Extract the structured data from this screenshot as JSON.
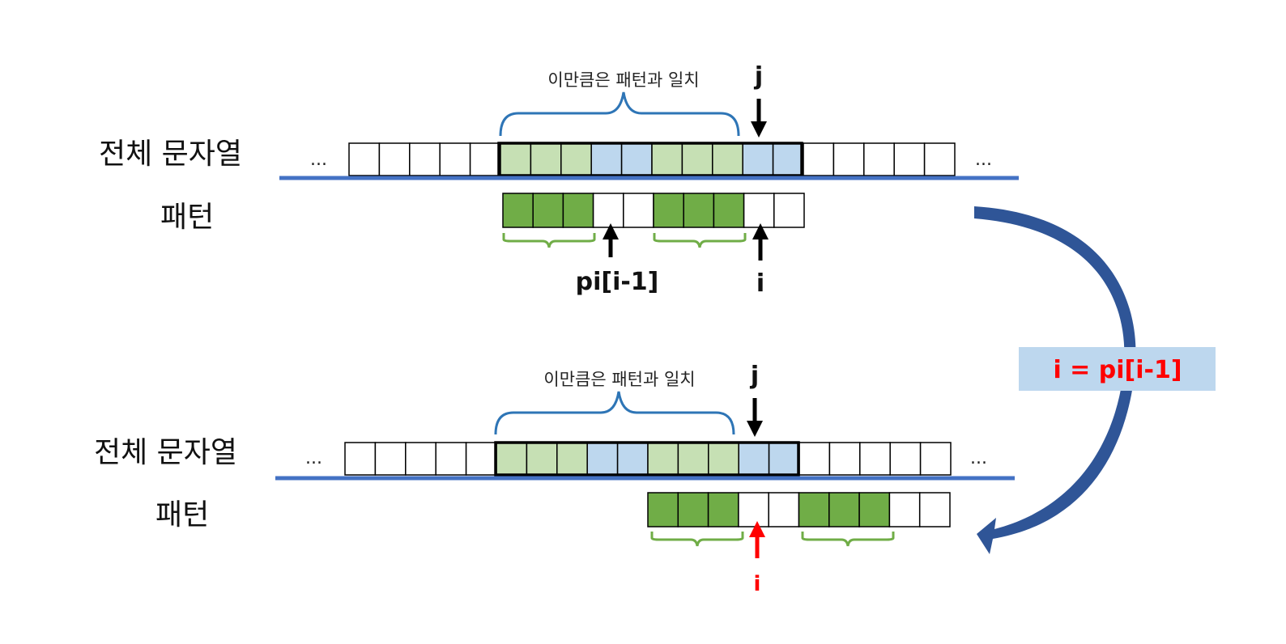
{
  "labels": {
    "text_row": "전체 문자열",
    "pattern_row": "패턴",
    "match_note": "이만큼은 패턴과 일치",
    "ellipsis": "...",
    "pointer_j": "j",
    "pointer_pi": "pi[i-1]",
    "pointer_i": "i",
    "formula": "i = pi[i-1]"
  },
  "colors": {
    "light_green": "#c6e0b4",
    "light_blue": "#bdd7ee",
    "dark_green": "#70ad47",
    "empty": "#ffffff",
    "baseline": "#4472c4",
    "match_brace": "#2e75b6",
    "prefix_brace": "#70ad47",
    "arrow": "#000000",
    "highlight_arrow": "#ff0000",
    "formula_text": "#ff0000",
    "formula_box": "#bdd7ee",
    "curve": "#2f5597"
  },
  "text_cells": [
    "empty",
    "empty",
    "empty",
    "empty",
    "empty",
    "light_green",
    "light_green",
    "light_green",
    "light_blue",
    "light_blue",
    "light_green",
    "light_green",
    "light_green",
    "light_blue",
    "light_blue",
    "empty",
    "empty",
    "empty",
    "empty",
    "empty"
  ],
  "pattern_cells": [
    "dark_green",
    "dark_green",
    "dark_green",
    "empty",
    "empty",
    "dark_green",
    "dark_green",
    "dark_green",
    "empty",
    "empty"
  ]
}
